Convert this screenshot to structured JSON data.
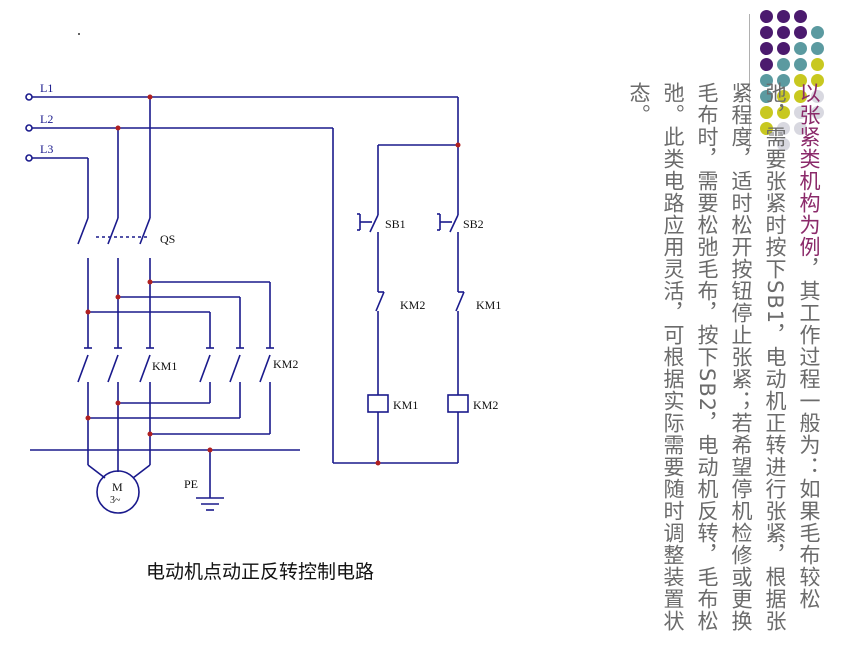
{
  "diagram": {
    "caption": "电动机点动正反转控制电路",
    "line_labels": [
      "L1",
      "L2",
      "L3"
    ],
    "qs_label": "QS",
    "km1_label": "KM1",
    "km2_label": "KM2",
    "motor_label": "M",
    "motor_sub": "3~",
    "pe_label": "PE",
    "sb1_label": "SB1",
    "sb2_label": "SB2",
    "ctrl_km2_label": "KM2",
    "ctrl_km1_label": "KM1",
    "coil1_label": "KM1",
    "coil2_label": "KM2",
    "wire_color": "#1a1a8c"
  },
  "text": {
    "highlight": "以张紧类机构为例",
    "body": "，其工作过程一般为：如果毛布较松弛，需要张紧时按下SB1，电动机正转进行张紧，根据张紧程度，适时松开按钮停止张紧；若希望停机检修或更换毛布时，需要松弛毛布，按下SB2，电动机反转，毛布松弛。此类电路应用灵活，可根据实际需要随时调整装置状态。"
  },
  "decor": {
    "dot_colors": {
      "purple": "#4b1a6e",
      "teal": "#5b9aa0",
      "yellow": "#c8c820",
      "gray": "#d8d8e0"
    }
  }
}
